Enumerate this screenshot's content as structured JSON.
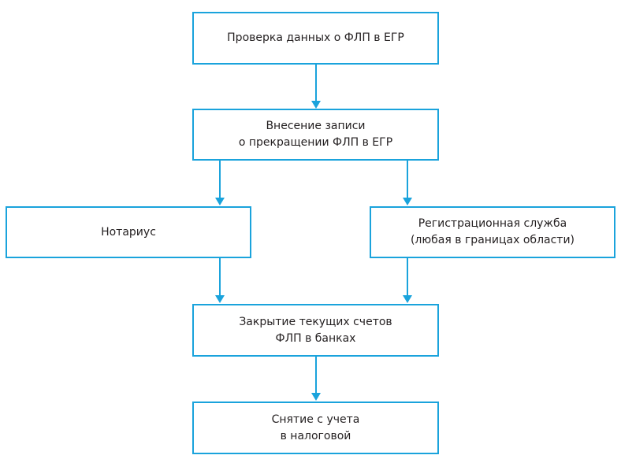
{
  "colors": {
    "box_border": "#1aa3dc",
    "arrow": "#1aa3dc",
    "text": "#231f20",
    "background": "#ffffff"
  },
  "nodes": {
    "check": {
      "label": "Проверка данных о ФЛП в ЕГР"
    },
    "record": {
      "label": "Внесение записи\nо прекращении ФЛП в ЕГР"
    },
    "notary": {
      "label": "Нотариус"
    },
    "registration": {
      "label": "Регистрационная служба\n(любая в границах области)"
    },
    "close_accounts": {
      "label": "Закрытие текущих счетов\nФЛП в банках"
    },
    "deregister": {
      "label": "Снятие с учета\nв налоговой"
    }
  },
  "edges": [
    {
      "from": "check",
      "to": "record"
    },
    {
      "from": "record",
      "to": "notary"
    },
    {
      "from": "record",
      "to": "registration"
    },
    {
      "from": "notary",
      "to": "close_accounts"
    },
    {
      "from": "registration",
      "to": "close_accounts"
    },
    {
      "from": "close_accounts",
      "to": "deregister"
    }
  ]
}
